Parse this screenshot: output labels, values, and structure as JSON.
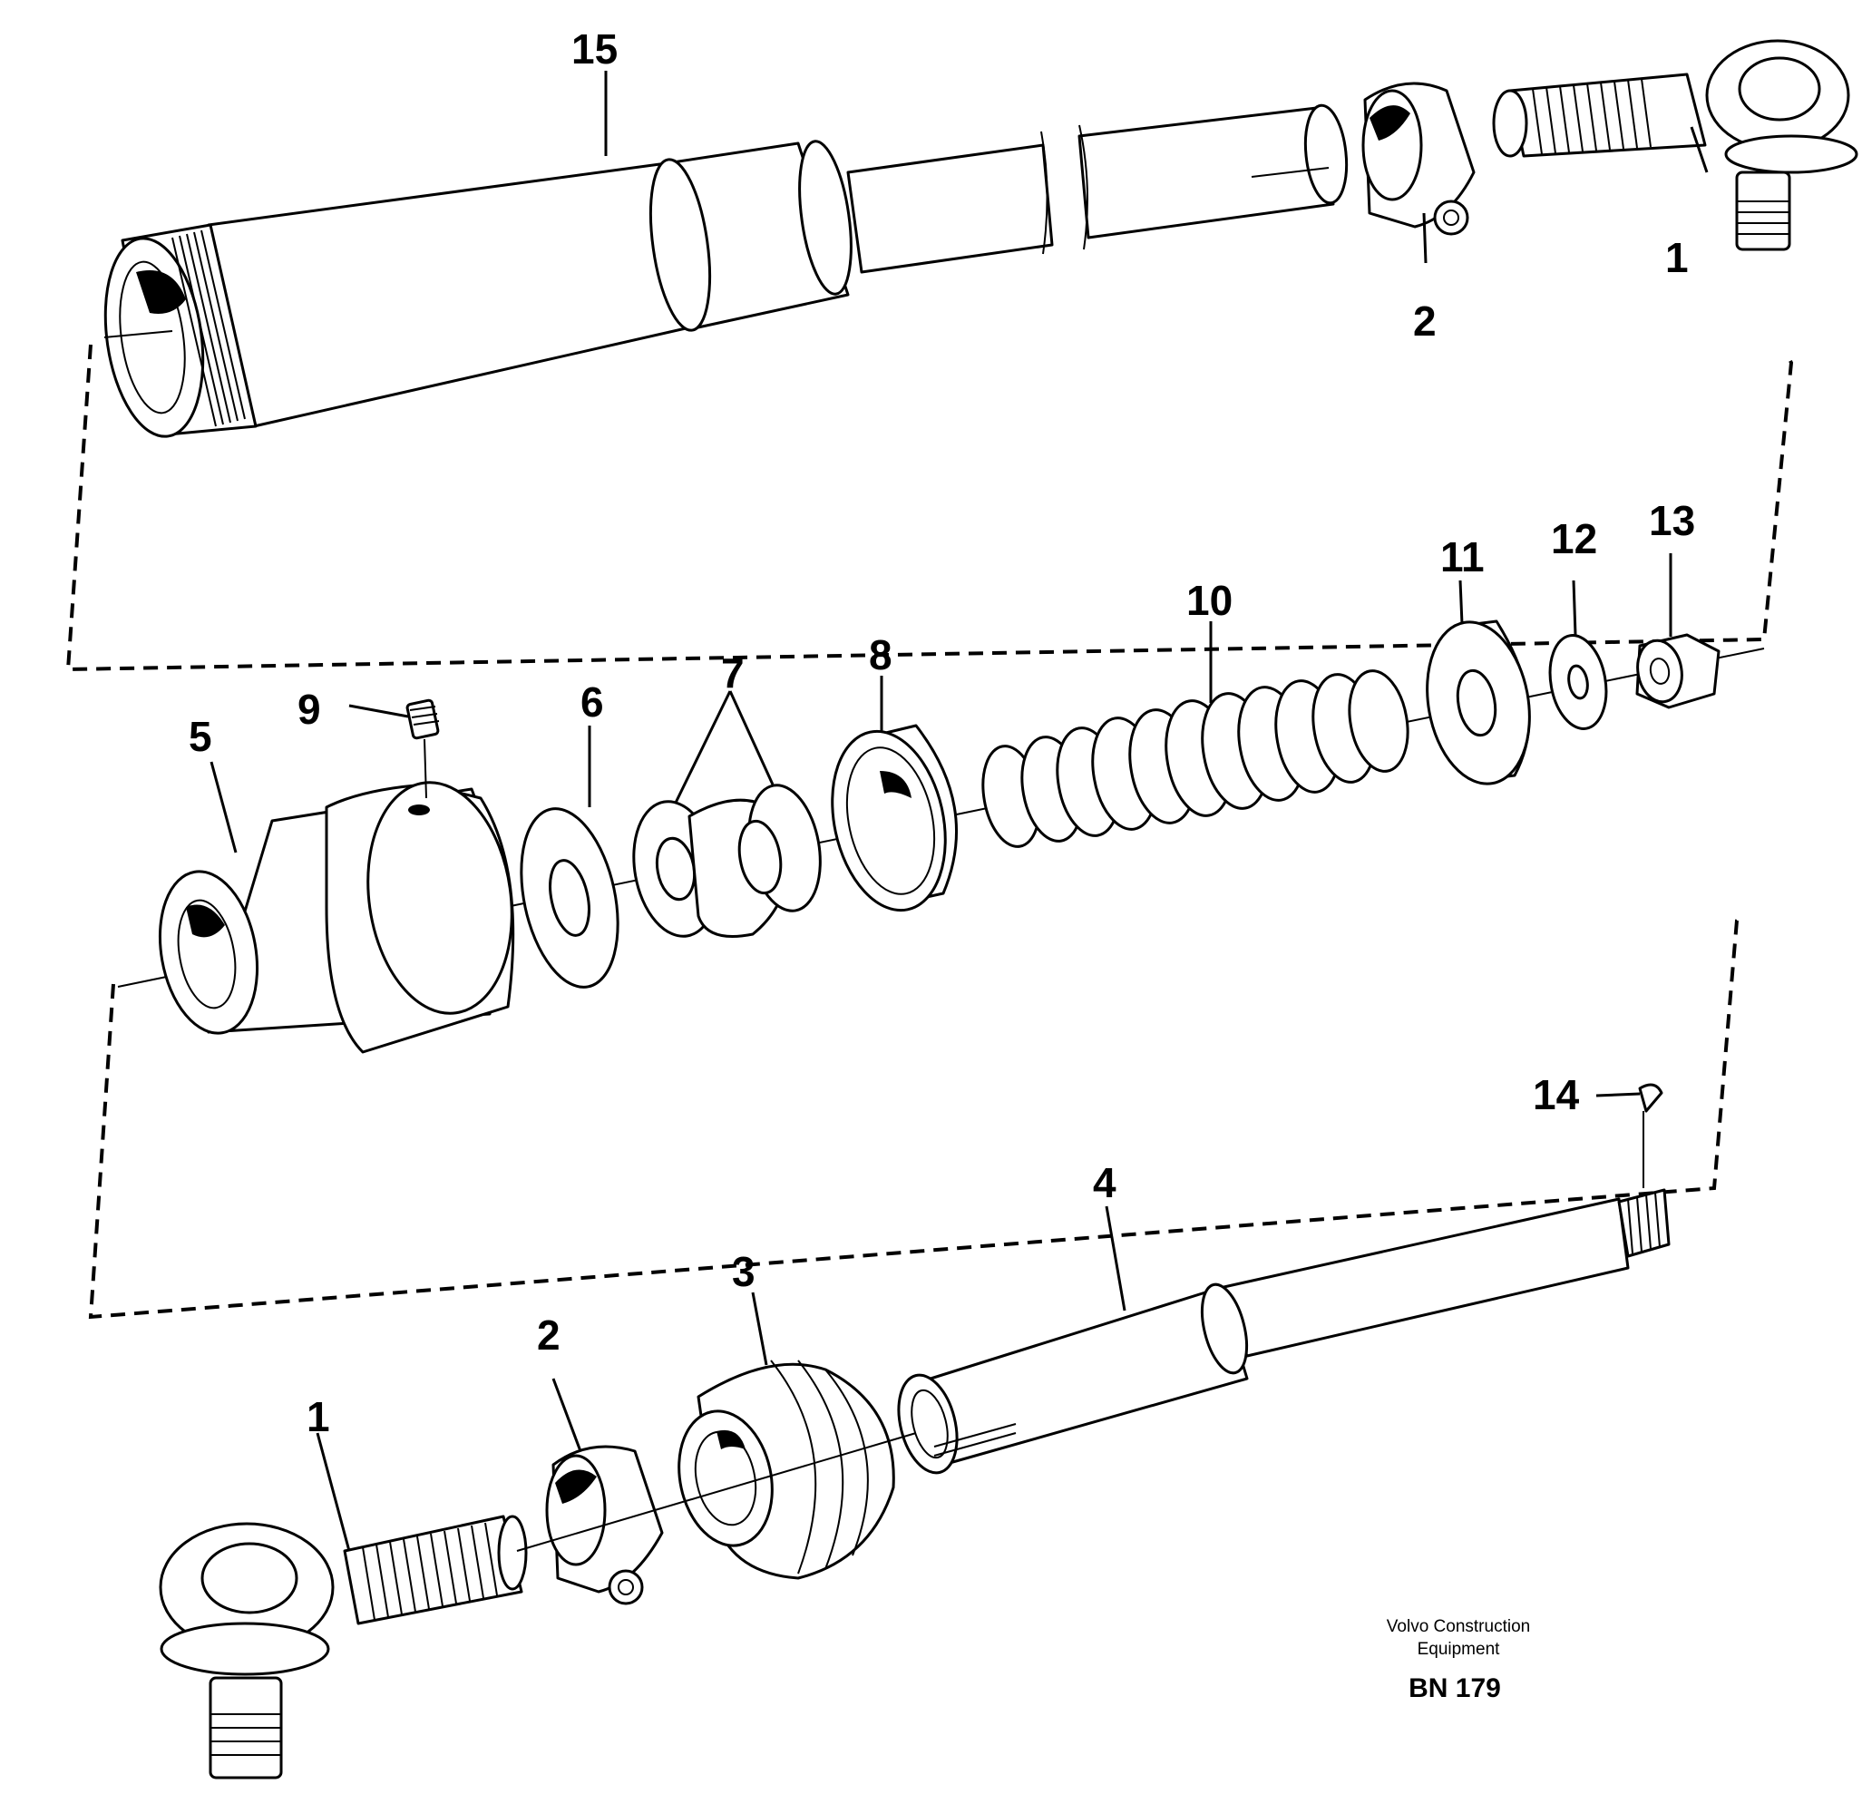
{
  "diagram": {
    "callouts": {
      "top_tube": "15",
      "top_end_ball_joint": "1",
      "top_end_clamp": "2",
      "plug": "5",
      "set_screw": "9",
      "washer_6": "6",
      "spring_seats": "7",
      "sleeve": "8",
      "coil_spring": "10",
      "washer_11": "11",
      "washer_12": "12",
      "nut": "13",
      "cotter_pin": "14",
      "rod": "4",
      "bellows": "3",
      "bottom_end_clamp": "2",
      "bottom_end_ball_joint": "1"
    },
    "brand_line1": "Volvo Construction",
    "brand_line2": "Equipment",
    "drawing_code": "BN 179"
  }
}
